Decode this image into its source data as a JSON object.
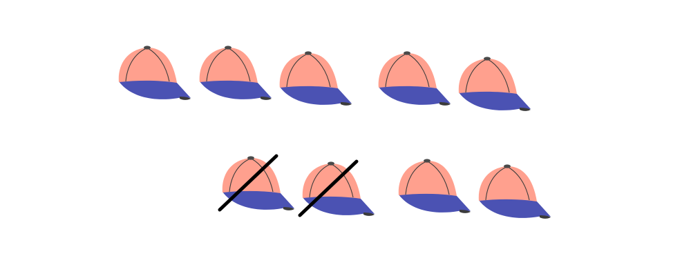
{
  "colors": {
    "crown": "#FFA08E",
    "visor": "#4B52B3",
    "seam": "#3B3B3B",
    "button": "#4A4A4A",
    "strike": "#000000",
    "background": "#FFFFFF"
  },
  "icon": "baseball-cap-icon",
  "rows": [
    {
      "name": "top-row",
      "count": 5,
      "crossed_out": 0
    },
    {
      "name": "bottom-row",
      "count": 4,
      "crossed_out": 2
    }
  ]
}
